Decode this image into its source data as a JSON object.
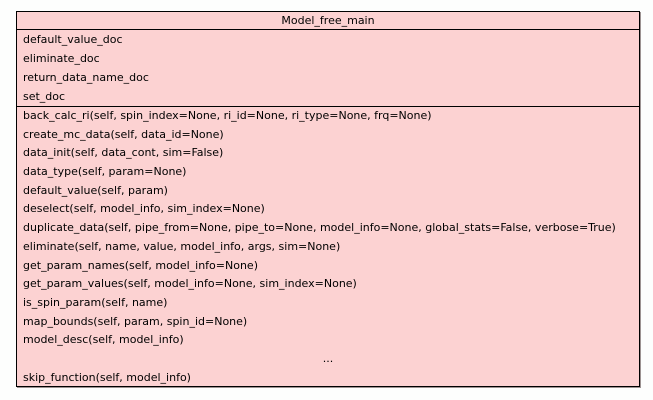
{
  "colors": {
    "class_fill": "#fcd2d2",
    "border": "#000000",
    "canvas_background": "#fdfefd",
    "text": "#000000"
  },
  "class_box": {
    "title": "Model_free_main",
    "attributes": [
      "default_value_doc",
      "eliminate_doc",
      "return_data_name_doc",
      "set_doc"
    ],
    "methods_top": [
      "back_calc_ri(self, spin_index=None, ri_id=None, ri_type=None, frq=None)",
      "create_mc_data(self, data_id=None)",
      "data_init(self, data_cont, sim=False)",
      "data_type(self, param=None)",
      "default_value(self, param)",
      "deselect(self, model_info, sim_index=None)",
      "duplicate_data(self, pipe_from=None, pipe_to=None, model_info=None, global_stats=False, verbose=True)",
      "eliminate(self, name, value, model_info, args, sim=None)",
      "get_param_names(self, model_info=None)",
      "get_param_values(self, model_info=None, sim_index=None)",
      "is_spin_param(self, name)",
      "map_bounds(self, param, spin_id=None)",
      "model_desc(self, model_info)"
    ],
    "ellipsis": "...",
    "methods_bottom": [
      "skip_function(self, model_info)"
    ]
  }
}
